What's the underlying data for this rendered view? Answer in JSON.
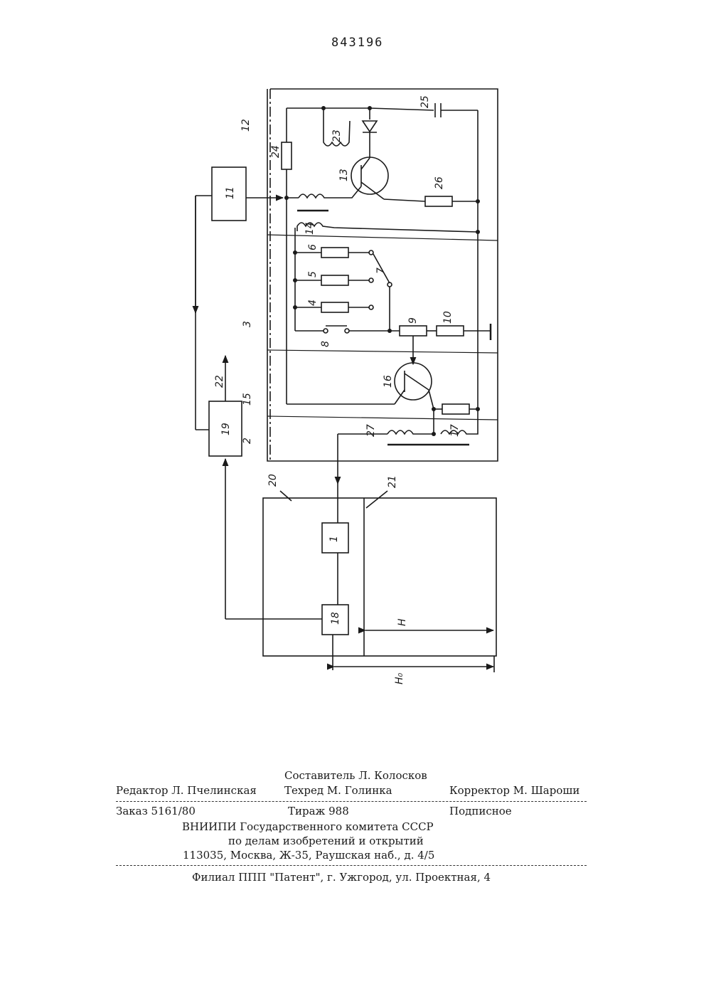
{
  "patent_number": "843196",
  "diagram_labels": {
    "l1": "1",
    "l2": "2",
    "l3": "3",
    "l4": "4",
    "l5": "5",
    "l6": "6",
    "l7": "7",
    "l8": "8",
    "l9": "9",
    "l10": "10",
    "l11": "11",
    "l12": "12",
    "l13": "13",
    "l14": "14",
    "l15": "15",
    "l16": "16",
    "l17": "17",
    "l18": "18",
    "l19": "19",
    "l20": "20",
    "l21": "21",
    "l22": "22",
    "l23": "23",
    "l24": "24",
    "l25": "25",
    "l26": "26",
    "l27": "27",
    "H": "H",
    "H0": "H₀"
  },
  "imprint": {
    "composer": "Составитель Л. Колосков",
    "editor": "Редактор Л. Пчелинская",
    "techred": "Техред М. Голинка",
    "corrector": "Корректор М. Шароши",
    "order": "Заказ 5161/80",
    "circulation": "Тираж 988",
    "subscription": "Подписное",
    "org1": "ВНИИПИ Государственного комитета СССР",
    "org2": "по делам изобретений и открытий",
    "address": "113035, Москва, Ж-35, Раушская наб., д. 4/5",
    "branch": "Филиал ППП \"Патент\", г. Ужгород, ул. Проектная, 4"
  }
}
